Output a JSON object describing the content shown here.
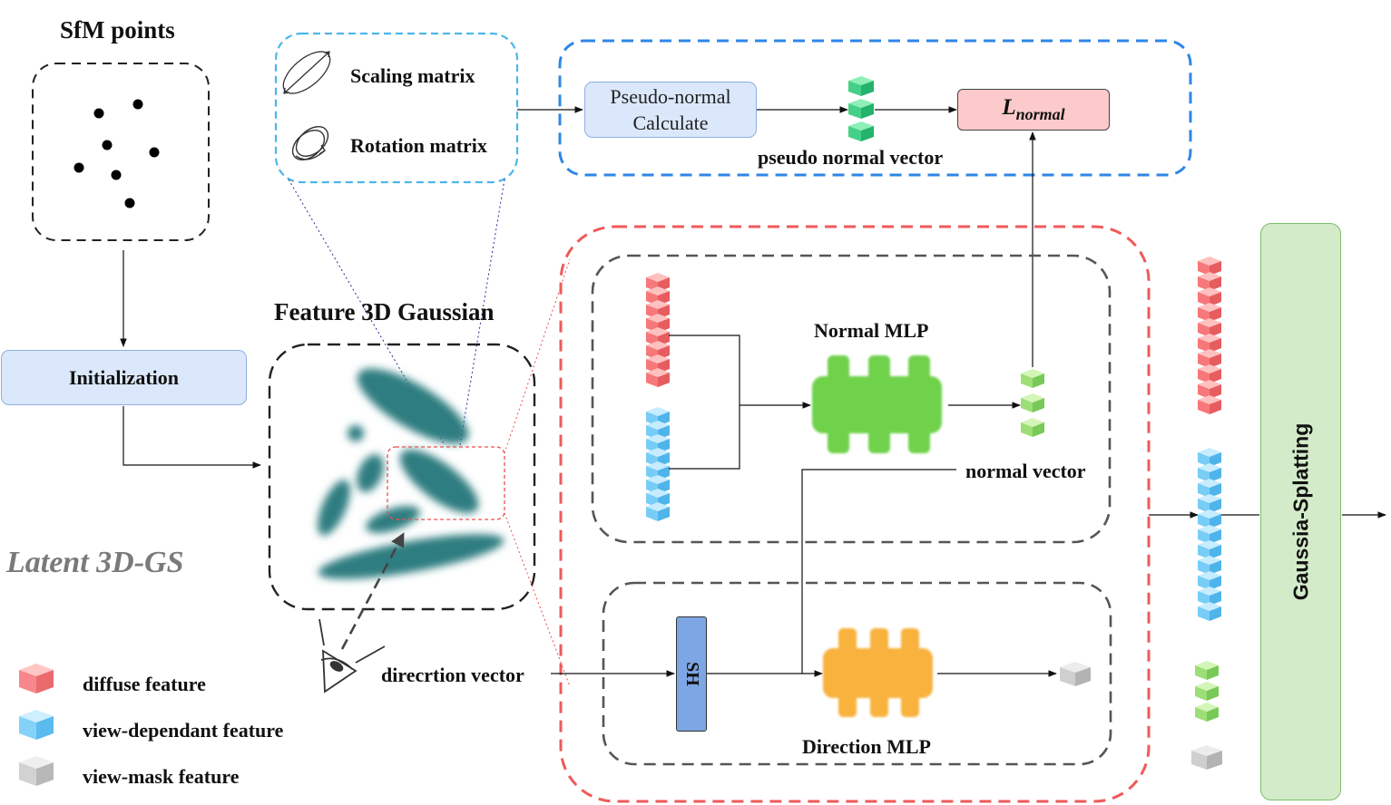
{
  "titles": {
    "sfm_points": "SfM points",
    "feature_gaussian": "Feature 3D Gaussian",
    "latent": "Latent 3D-GS"
  },
  "nodes": {
    "initialization": "Initialization",
    "pseudo_normal_line1": "Pseudo-normal",
    "pseudo_normal_line2": "Calculate",
    "loss_main": "L",
    "loss_sub": "normal",
    "normal_mlp": "Normal MLP",
    "direction_mlp": "Direction MLP",
    "sh": "SH",
    "gaussian_splatting": "Gaussia-Splatting"
  },
  "labels": {
    "scaling_matrix": "Scaling matrix",
    "rotation_matrix": "Rotation matrix",
    "pseudo_normal_vector": "pseudo normal vector",
    "normal_vector": "normal vector",
    "direction_vector": "direcrtion vector"
  },
  "legend": [
    {
      "label": "diffuse feature",
      "color": "#f27a7a"
    },
    {
      "label": "view-dependant feature",
      "color": "#6cc4f2"
    },
    {
      "label": "view-mask feature",
      "color": "#bdbdbd"
    }
  ],
  "colors": {
    "diffuse": "#f27a7a",
    "view_dependant": "#6cc4f2",
    "view_mask": "#bdbdbd",
    "normal": "#8fd86a",
    "pseudo_normal": "#3fcf86",
    "gaussian": "#2f7d80",
    "blue_frame": "#2f86e6",
    "red_frame": "#ef5a5a",
    "light_blue_frame": "#4cb6ea"
  }
}
